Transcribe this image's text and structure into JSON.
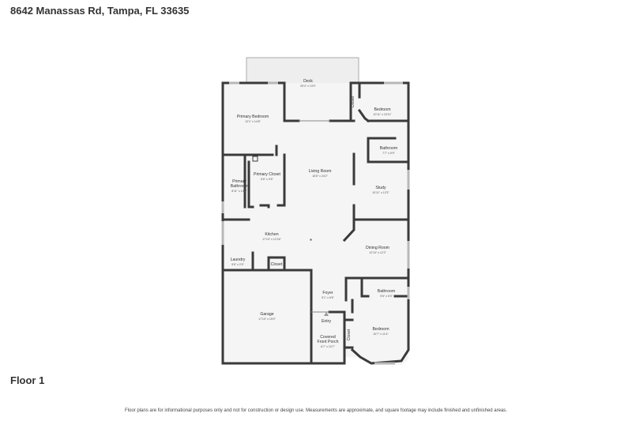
{
  "header": {
    "address": "8642 Manassas Rd, Tampa, FL 33635"
  },
  "floor_label": "Floor 1",
  "disclaimer": "Floor plans are for informational purposes only and not for construction or design use. Measurements are approximate, and square footage may include finished and unfinished areas.",
  "rooms": {
    "deck": {
      "name": "Deck",
      "dims": "25'4\" x 13'0\""
    },
    "primary_bedroom": {
      "name": "Primary Bedroom",
      "dims": "12'1\" x 14'8\""
    },
    "bedroom_ne": {
      "name": "Bedroom",
      "dims": "10'11\" x 10'11\""
    },
    "closet_ne": {
      "name": "Closet"
    },
    "bathroom_ne": {
      "name": "Bathroom",
      "dims": "7'7\" x 5'9\""
    },
    "primary_closet": {
      "name": "Primary Closet",
      "dims": "6'6\" x 9'5\""
    },
    "living_room": {
      "name": "Living Room",
      "dims": "15'6\" x 24'2\""
    },
    "primary_bathroom_l1": {
      "name": "Primary"
    },
    "primary_bathroom_l2": {
      "name": "Bathroom",
      "dims": "8'11\" x 12'5\""
    },
    "study": {
      "name": "Study",
      "dims": "10'11\" x 12'3\""
    },
    "kitchen": {
      "name": "Kitchen",
      "dims": "17'10\" x 12'16\""
    },
    "dining_room": {
      "name": "Dining Room",
      "dims": "12'10\" x 12'2\""
    },
    "laundry": {
      "name": "Laundry",
      "dims": "5'6\" x 2'9\""
    },
    "closet_kitchen": {
      "name": "Closet"
    },
    "bathroom_se": {
      "name": "Bathroom",
      "dims": "9'6\" x 5'3\""
    },
    "foyer": {
      "name": "Foyer",
      "dims": "5'1\" x 6'6\""
    },
    "garage": {
      "name": "Garage",
      "dims": "17'10\" x 19'0\""
    },
    "entry": {
      "name": "Entry"
    },
    "porch_l1": {
      "name": "Covered"
    },
    "porch_l2": {
      "name": "Front Porch",
      "dims": "6'7\" x 10'7\""
    },
    "bedroom_se": {
      "name": "Bedroom",
      "dims": "10'7\" x 11'4\""
    },
    "closet_se": {
      "name": "Closet"
    }
  }
}
